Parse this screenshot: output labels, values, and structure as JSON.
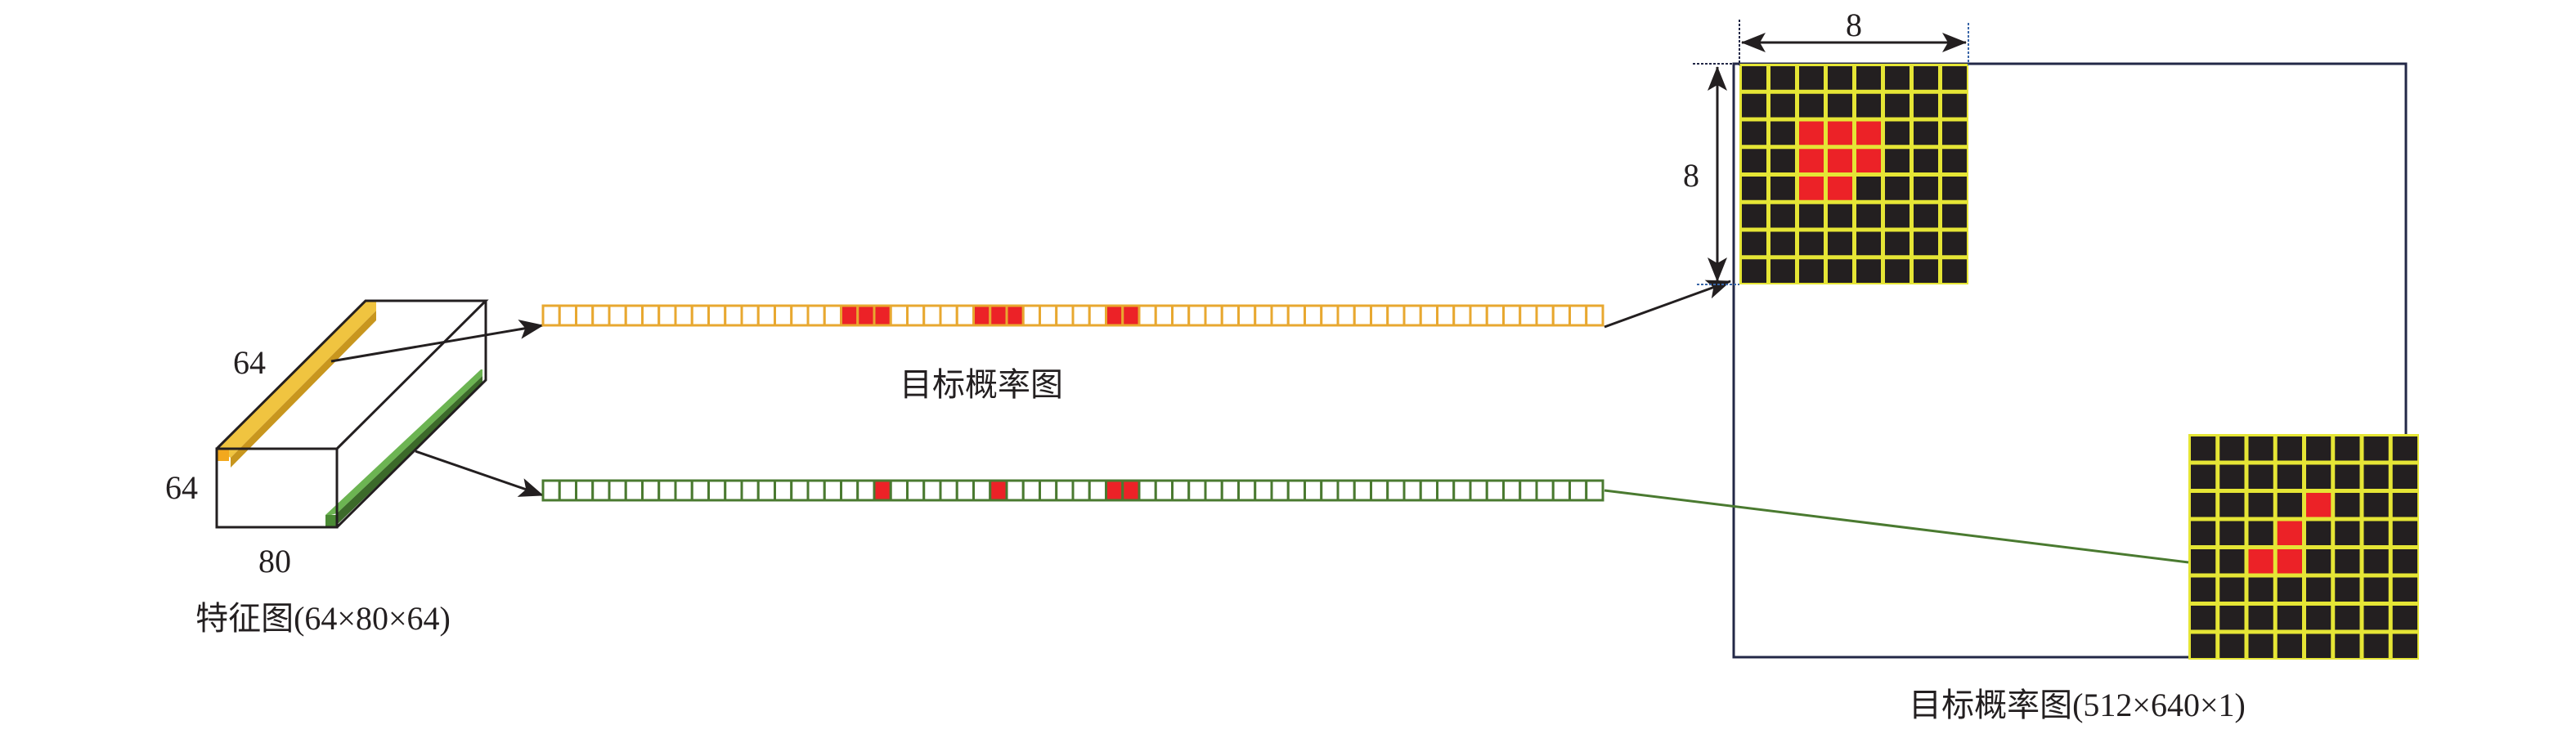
{
  "feature_map": {
    "label": "特征图(64×80×64)",
    "depth_label": "64",
    "height_label": "64",
    "width_label": "80"
  },
  "strip_label": "目标概率图",
  "output_map": {
    "label": "目标概率图(512×640×1)",
    "block_width_label": "8",
    "block_height_label": "8"
  },
  "grid_size": 8,
  "vectors": [
    {
      "name": "yellow-vector",
      "border_color": "#e8a830",
      "cell_count": 64,
      "active_cells": [
        18,
        19,
        20,
        26,
        27,
        28,
        34,
        35
      ]
    },
    {
      "name": "green-vector",
      "border_color": "#4a7a30",
      "cell_count": 64,
      "active_cells": [
        20,
        27,
        34,
        35
      ]
    }
  ],
  "colors": {
    "active": "#ec2227",
    "grid_bg": "#231f20",
    "grid_line": "#e5e535",
    "frame": "#232847",
    "yellow_bar": "#f0c440",
    "green_bar": "#6cb452"
  }
}
